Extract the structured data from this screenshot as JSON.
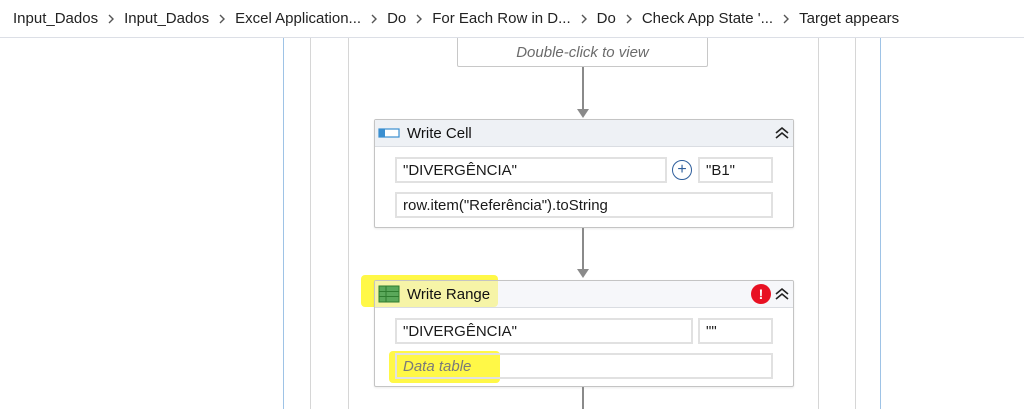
{
  "breadcrumb": [
    "Input_Dados",
    "Input_Dados",
    "Excel Application...",
    "Do",
    "For Each Row in D...",
    "Do",
    "Check App State '...",
    "Target appears"
  ],
  "collapsed_activity": {
    "label": "Double-click to view"
  },
  "write_cell": {
    "title": "Write Cell",
    "sheet_value": "\"DIVERGÊNCIA\"",
    "cell_value": "\"B1\"",
    "text_value": "row.item(\"Referência\").toString",
    "icon": "write-cell-icon"
  },
  "write_range": {
    "title": "Write Range",
    "sheet_value": "\"DIVERGÊNCIA\"",
    "cell_value": "\"\"",
    "data_table_placeholder": "Data table",
    "icon": "write-range-icon",
    "error_symbol": "!"
  },
  "colors": {
    "error": "#e81123",
    "highlight": "#fff500",
    "header_bg": "#eef1f5",
    "plus_icon": "#2e5e9c"
  }
}
